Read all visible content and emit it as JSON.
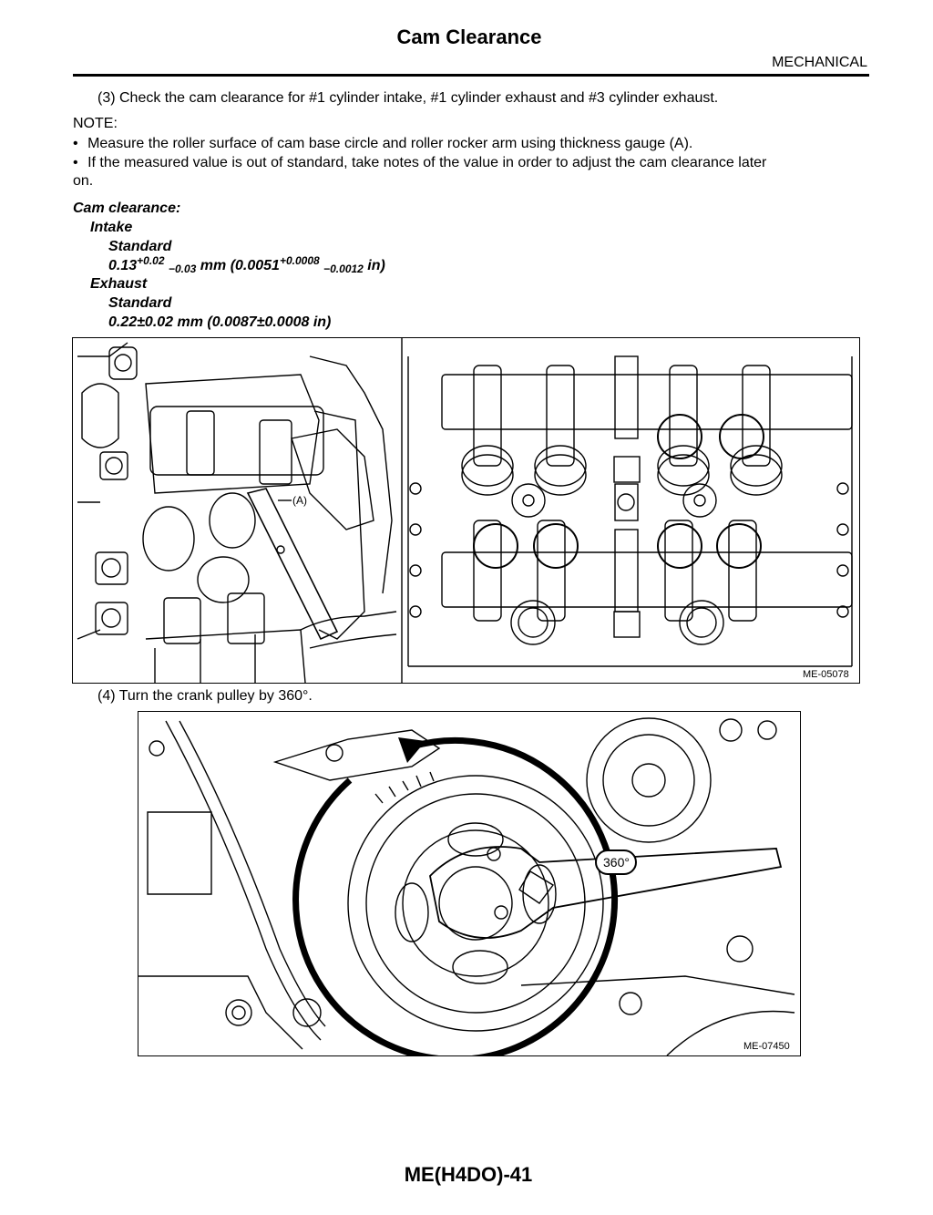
{
  "header": {
    "title": "Cam Clearance",
    "section": "MECHANICAL"
  },
  "steps": {
    "step3": "(3) Check the cam clearance for #1 cylinder intake, #1 cylinder exhaust and #3 cylinder exhaust.",
    "step4": "(4) Turn the crank pulley by 360°."
  },
  "note": {
    "label": "NOTE:",
    "bullet_symbol": "•",
    "bullet1": "Measure the roller surface of cam base circle and roller rocker arm using thickness gauge (A).",
    "bullet2_line1": "If the measured value is out of standard, take notes of the value in order to adjust the cam clearance later",
    "bullet2_line2": "on."
  },
  "spec": {
    "heading": "Cam clearance:",
    "intake_label": "Intake",
    "intake_std_label": "Standard",
    "intake_base": "0.13",
    "intake_plus": "+0.02",
    "intake_minus": "−0.03",
    "intake_mm_unit": " mm (0.0051",
    "intake_in_plus": "+0.0008",
    "intake_in_minus": "−0.0012",
    "intake_in_unit": " in)",
    "exhaust_label": "Exhaust",
    "exhaust_std_label": "Standard",
    "exhaust_value": "0.22±0.02 mm (0.0087±0.0008 in)"
  },
  "figure1": {
    "callout": "(A)",
    "code": "ME-05078"
  },
  "figure2": {
    "angle_label": "360°",
    "code": "ME-07450"
  },
  "footer": {
    "page_id": "ME(H4DO)-41"
  }
}
